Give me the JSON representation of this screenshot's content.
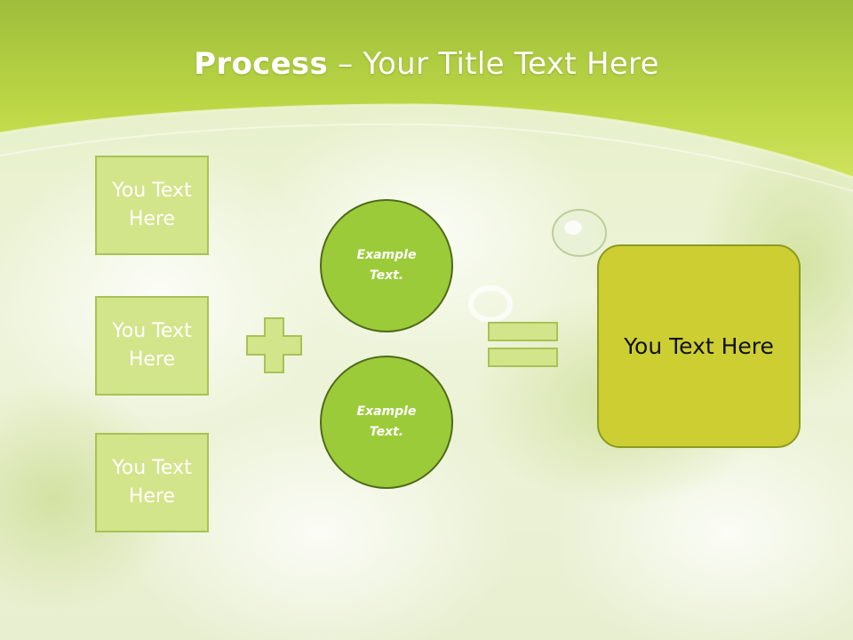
{
  "slide": {
    "title_bold": "Process",
    "title_rest": " – Your Title Text Here",
    "colors": {
      "header_green": "#bcd745",
      "box_fill": "#d2e58a",
      "circle_fill": "#9ccb3a",
      "result_fill": "#cdce32"
    }
  },
  "inputs": [
    {
      "line1": "You Text",
      "line2": "Here"
    },
    {
      "line1": "You Text",
      "line2": "Here"
    },
    {
      "line1": "You Text",
      "line2": "Here"
    }
  ],
  "circles": [
    {
      "line1": "Example",
      "line2": "Text."
    },
    {
      "line1": "Example",
      "line2": "Text."
    }
  ],
  "operators": {
    "plus": "plus-icon",
    "equals": "equals-icon"
  },
  "result": {
    "label": "You Text Here"
  }
}
